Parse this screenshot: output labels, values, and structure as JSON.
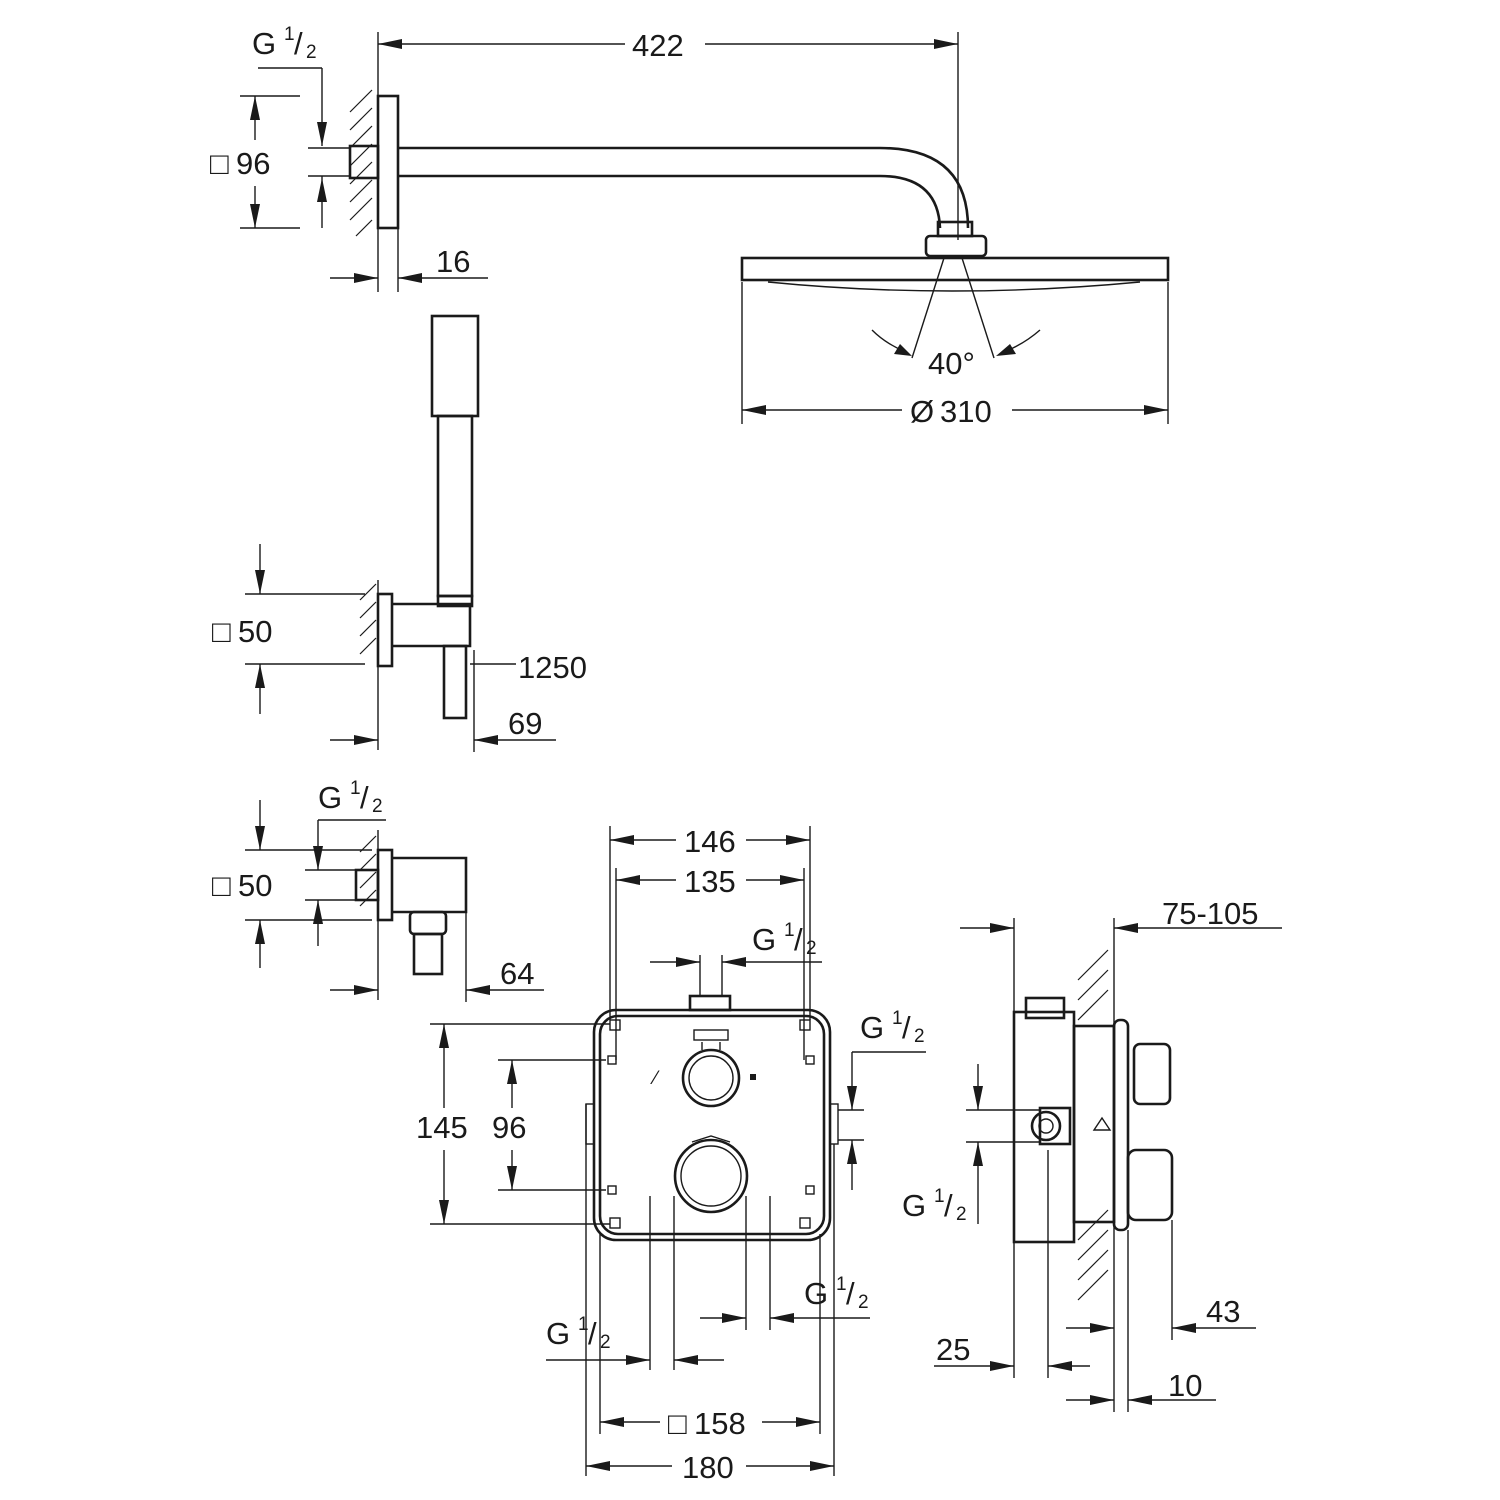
{
  "dimensions": {
    "arm_projection": "422",
    "arm_flange_square": "96",
    "arm_flange_depth": "16",
    "head_angle": "40°",
    "head_diameter": "310",
    "holder_square": "50",
    "hose_length": "1250",
    "holder_depth": "69",
    "elbow_square": "50",
    "elbow_depth": "64",
    "box_outer_width": "146",
    "box_inner_width": "135",
    "box_outer_height": "145",
    "box_inner_height": "96",
    "plate_square": "158",
    "plate_width": "180",
    "install_depth_range": "75-105",
    "side_depth_25": "25",
    "side_depth_43": "43",
    "side_depth_10": "10"
  },
  "thread_labels": {
    "base": "G",
    "numerator": "1",
    "denominator": "2"
  },
  "symbols": {
    "square": "□",
    "diameter": "Ø"
  }
}
